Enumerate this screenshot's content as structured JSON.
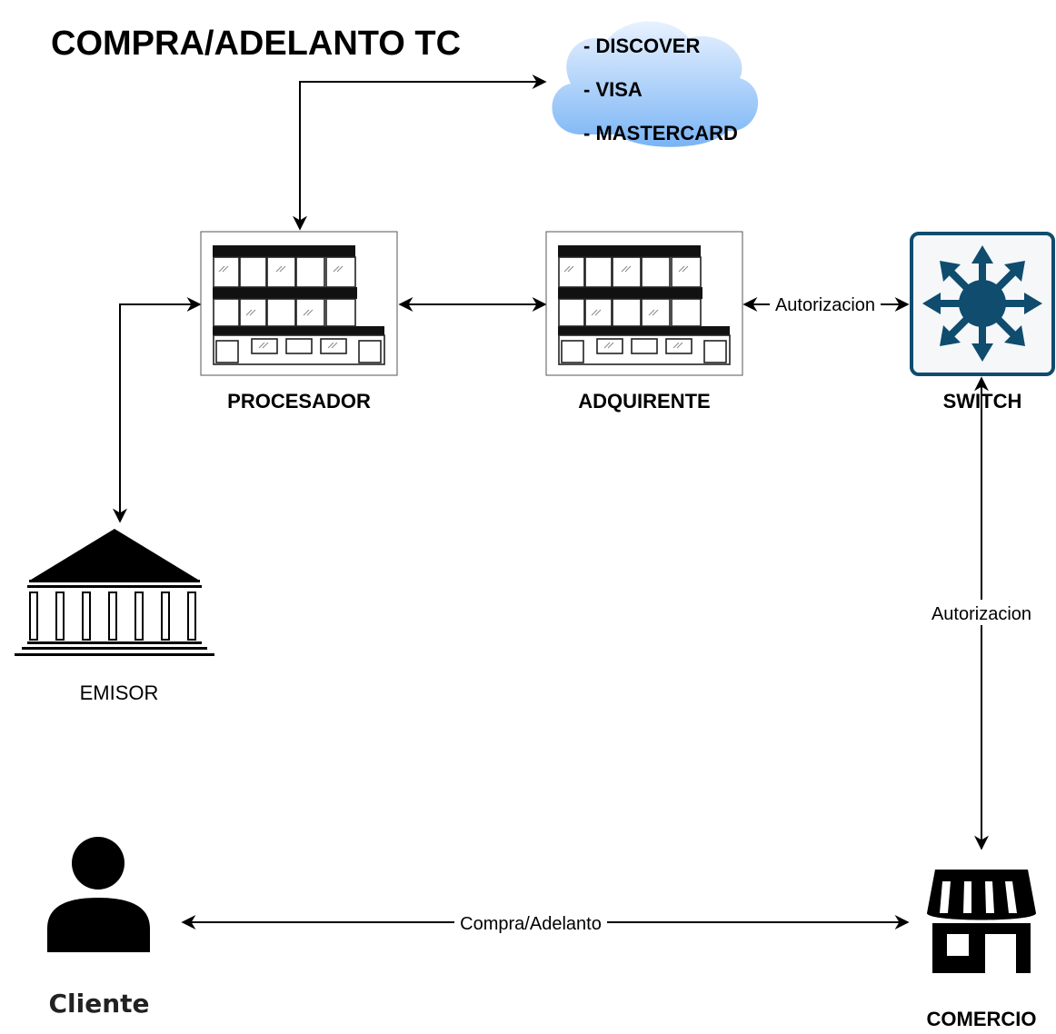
{
  "title": "COMPRA/ADELANTO TC",
  "colors": {
    "switch": "#0f4c6e",
    "cloud_top": "#e8f2ff",
    "cloud_bottom": "#7ab4f5",
    "line": "#000000"
  },
  "networks": {
    "icon": "cloud-icon",
    "items": [
      "- DISCOVER",
      "- VISA",
      "- MASTERCARD"
    ]
  },
  "nodes": {
    "procesador": {
      "label": "PROCESADOR",
      "icon": "office-building-icon"
    },
    "adquirente": {
      "label": "ADQUIRENTE",
      "icon": "office-building-icon"
    },
    "switch": {
      "label": "SWITCH",
      "icon": "network-switch-icon"
    },
    "emisor": {
      "label": "EMISOR",
      "icon": "bank-icon"
    },
    "cliente": {
      "label": "Cliente",
      "icon": "user-icon"
    },
    "comercio": {
      "label": "COMERCIO",
      "icon": "store-icon"
    }
  },
  "edges": {
    "adquirente_switch": "Autorizacion",
    "switch_comercio": "Autorizacion",
    "cliente_comercio": "Compra/Adelanto"
  }
}
